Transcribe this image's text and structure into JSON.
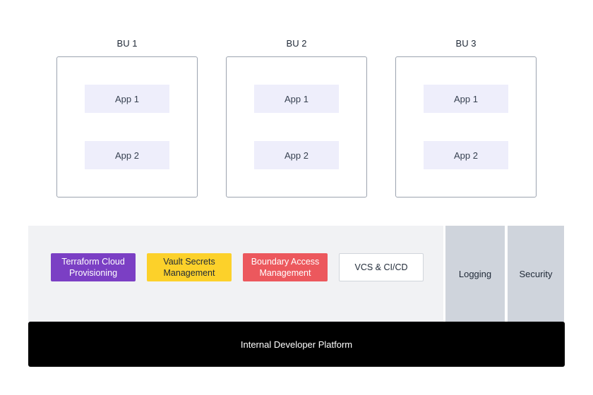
{
  "business_units": [
    {
      "title": "BU 1",
      "apps": [
        "App 1",
        "App 2"
      ]
    },
    {
      "title": "BU 2",
      "apps": [
        "App 1",
        "App 2"
      ]
    },
    {
      "title": "BU 3",
      "apps": [
        "App 1",
        "App 2"
      ]
    }
  ],
  "tools": [
    {
      "label": "Terraform Cloud Provisioning",
      "bg": "#7b3fc4",
      "color": "#ffffff"
    },
    {
      "label": "Vault Secrets Management",
      "bg": "#fcd12a",
      "color": "#1f2937"
    },
    {
      "label": "Boundary Access Management",
      "bg": "#ec585d",
      "color": "#ffffff"
    },
    {
      "label": "VCS & CI/CD",
      "bg": "#ffffff",
      "color": "#1f2937"
    }
  ],
  "side_blocks": [
    "Logging",
    "Security"
  ],
  "platform_label": "Internal Developer Platform"
}
